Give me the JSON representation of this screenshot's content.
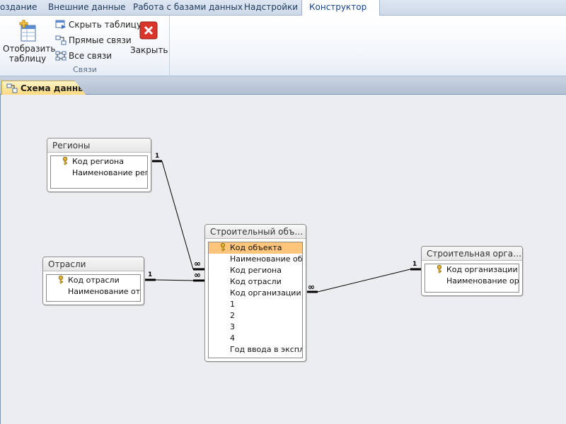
{
  "ribbon_tabs": [
    {
      "label": "оздание"
    },
    {
      "label": "Внешние данные"
    },
    {
      "label": "Работа с базами данных"
    },
    {
      "label": "Надстройки"
    },
    {
      "label": "Конструктор"
    }
  ],
  "ribbon": {
    "show_table_line1": "Отобразить",
    "show_table_line2": "таблицу",
    "hide_table": "Скрыть таблицу",
    "direct_links": "Прямые связи",
    "all_links": "Все связи",
    "close": "Закрыть",
    "group_label": "Связи"
  },
  "document_tab": {
    "label": "Схема данных"
  },
  "tables": {
    "regions": {
      "title": "Регионы",
      "fields": [
        "Код региона",
        "Наименование реги"
      ]
    },
    "industries": {
      "title": "Отрасли",
      "fields": [
        "Код отрасли",
        "Наименование отра"
      ]
    },
    "object": {
      "title": "Строительный объект",
      "fields": [
        "Код объекта",
        "Наименование объ",
        "Код региона",
        "Код отрасли",
        "Код организации",
        "1",
        "2",
        "3",
        "4",
        "Год ввода в эксплуат"
      ]
    },
    "organization": {
      "title": "Строительная органи...",
      "fields": [
        "Код организации",
        "Наименование орга"
      ]
    }
  },
  "relations": {
    "one": "1",
    "many": "∞"
  },
  "colors": {
    "selected_field": "#ffc67b",
    "canvas": "#ecedf0"
  }
}
